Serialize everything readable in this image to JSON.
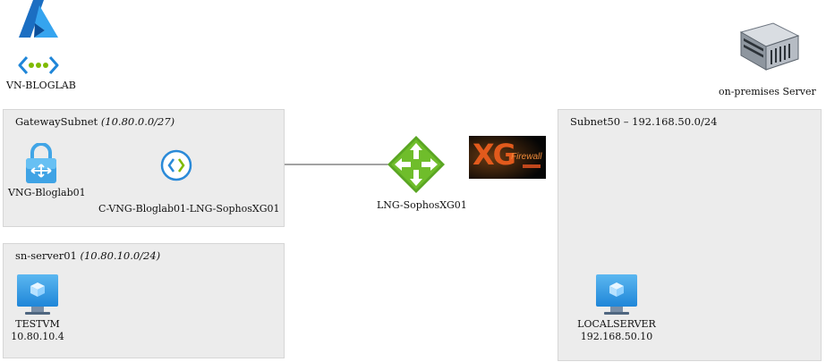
{
  "header": {
    "vnet_label": "VN-BLOGLAB",
    "onprem_label": "on-premises Server"
  },
  "gateway_subnet": {
    "name": "GatewaySubnet",
    "cidr": "(10.80.0.0/27)",
    "vng_label": "VNG-Bloglab01",
    "connection_label": "C-VNG-Bloglab01-LNG-SophosXG01"
  },
  "server_subnet": {
    "name": "sn-server01",
    "cidr": "(10.80.10.0/24)",
    "vm_name": "TESTVM",
    "vm_ip": "10.80.10.4"
  },
  "lng": {
    "label": "LNG-SophosXG01"
  },
  "firewall_logo": {
    "brand_letters": "XG",
    "brand_word": "Firewall"
  },
  "onprem_subnet": {
    "title": "Subnet50 – 192.168.50.0/24",
    "server_name": "LOCALSERVER",
    "server_ip": "192.168.50.10"
  },
  "colors": {
    "panel_bg": "#ececec",
    "azure_blue": "#0078d4",
    "vnet_green": "#7fba00",
    "router_green": "#5aa623",
    "line": "#444444"
  },
  "icons": {
    "azure": "azure-logo-icon",
    "vnet": "virtual-network-icon",
    "vng": "vpn-gateway-lock-icon",
    "connection": "connection-icon",
    "lng": "local-network-gateway-router-icon",
    "server": "server-rack-icon",
    "vm": "virtual-machine-icon"
  }
}
